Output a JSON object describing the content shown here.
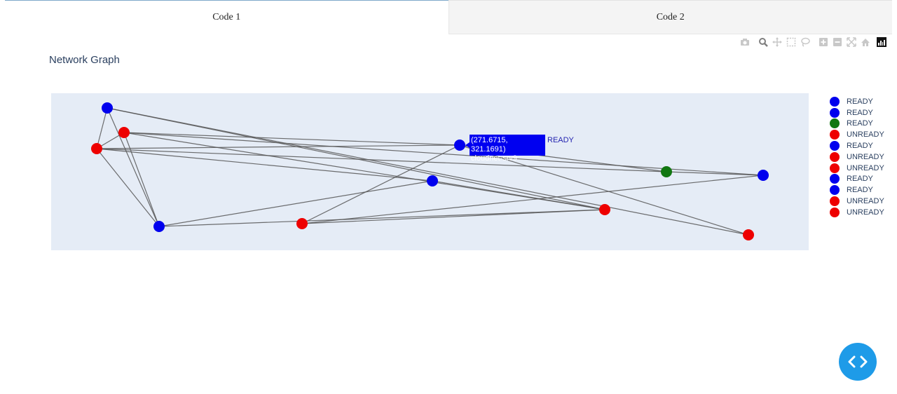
{
  "tabs": [
    {
      "label": "Code 1",
      "active": true
    },
    {
      "label": "Code 2",
      "active": false
    }
  ],
  "modebar": {
    "icons": [
      "camera-icon",
      "zoom-icon",
      "pan-icon",
      "box-select-icon",
      "lasso-select-icon",
      "zoom-in-icon",
      "zoom-out-icon",
      "autoscale-icon",
      "reset-axes-icon",
      "plotly-logo-icon"
    ]
  },
  "plot": {
    "title": "Network Graph",
    "plot_background": "#e5ecf6",
    "edge_color": "#555555"
  },
  "chart_data": {
    "type": "scatter",
    "title": "Network Graph",
    "grid": false,
    "legend_position": "right",
    "nodes": [
      {
        "status": "READY",
        "color": "#0000ee"
      },
      {
        "status": "READY",
        "color": "#0000ee"
      },
      {
        "status": "READY",
        "color": "#117711"
      },
      {
        "status": "UNREADY",
        "color": "#ee0000"
      },
      {
        "status": "READY",
        "color": "#0000ee"
      },
      {
        "status": "UNREADY",
        "color": "#ee0000"
      },
      {
        "status": "UNREADY",
        "color": "#ee0000"
      },
      {
        "status": "READY",
        "color": "#0000ee"
      },
      {
        "status": "READY",
        "color": "#0000ee"
      },
      {
        "status": "UNREADY",
        "color": "#ee0000"
      },
      {
        "status": "UNREADY",
        "color": "#ee0000"
      }
    ]
  },
  "legend": {
    "items": [
      {
        "label": "READY",
        "color": "#0000ee"
      },
      {
        "label": "READY",
        "color": "#0000ee"
      },
      {
        "label": "READY",
        "color": "#117711"
      },
      {
        "label": "UNREADY",
        "color": "#ee0000"
      },
      {
        "label": "READY",
        "color": "#0000ee"
      },
      {
        "label": "UNREADY",
        "color": "#ee0000"
      },
      {
        "label": "UNREADY",
        "color": "#ee0000"
      },
      {
        "label": "READY",
        "color": "#0000ee"
      },
      {
        "label": "READY",
        "color": "#0000ee"
      },
      {
        "label": "UNREADY",
        "color": "#ee0000"
      },
      {
        "label": "UNREADY",
        "color": "#ee0000"
      }
    ]
  },
  "hover": {
    "coords": "(271.6715, 321.1691)",
    "node": "cloudnet-srv9",
    "status": "READY",
    "color": "#0000f0"
  },
  "code_button": {
    "icon": "code-brackets-icon",
    "color": "#1e9be8"
  }
}
